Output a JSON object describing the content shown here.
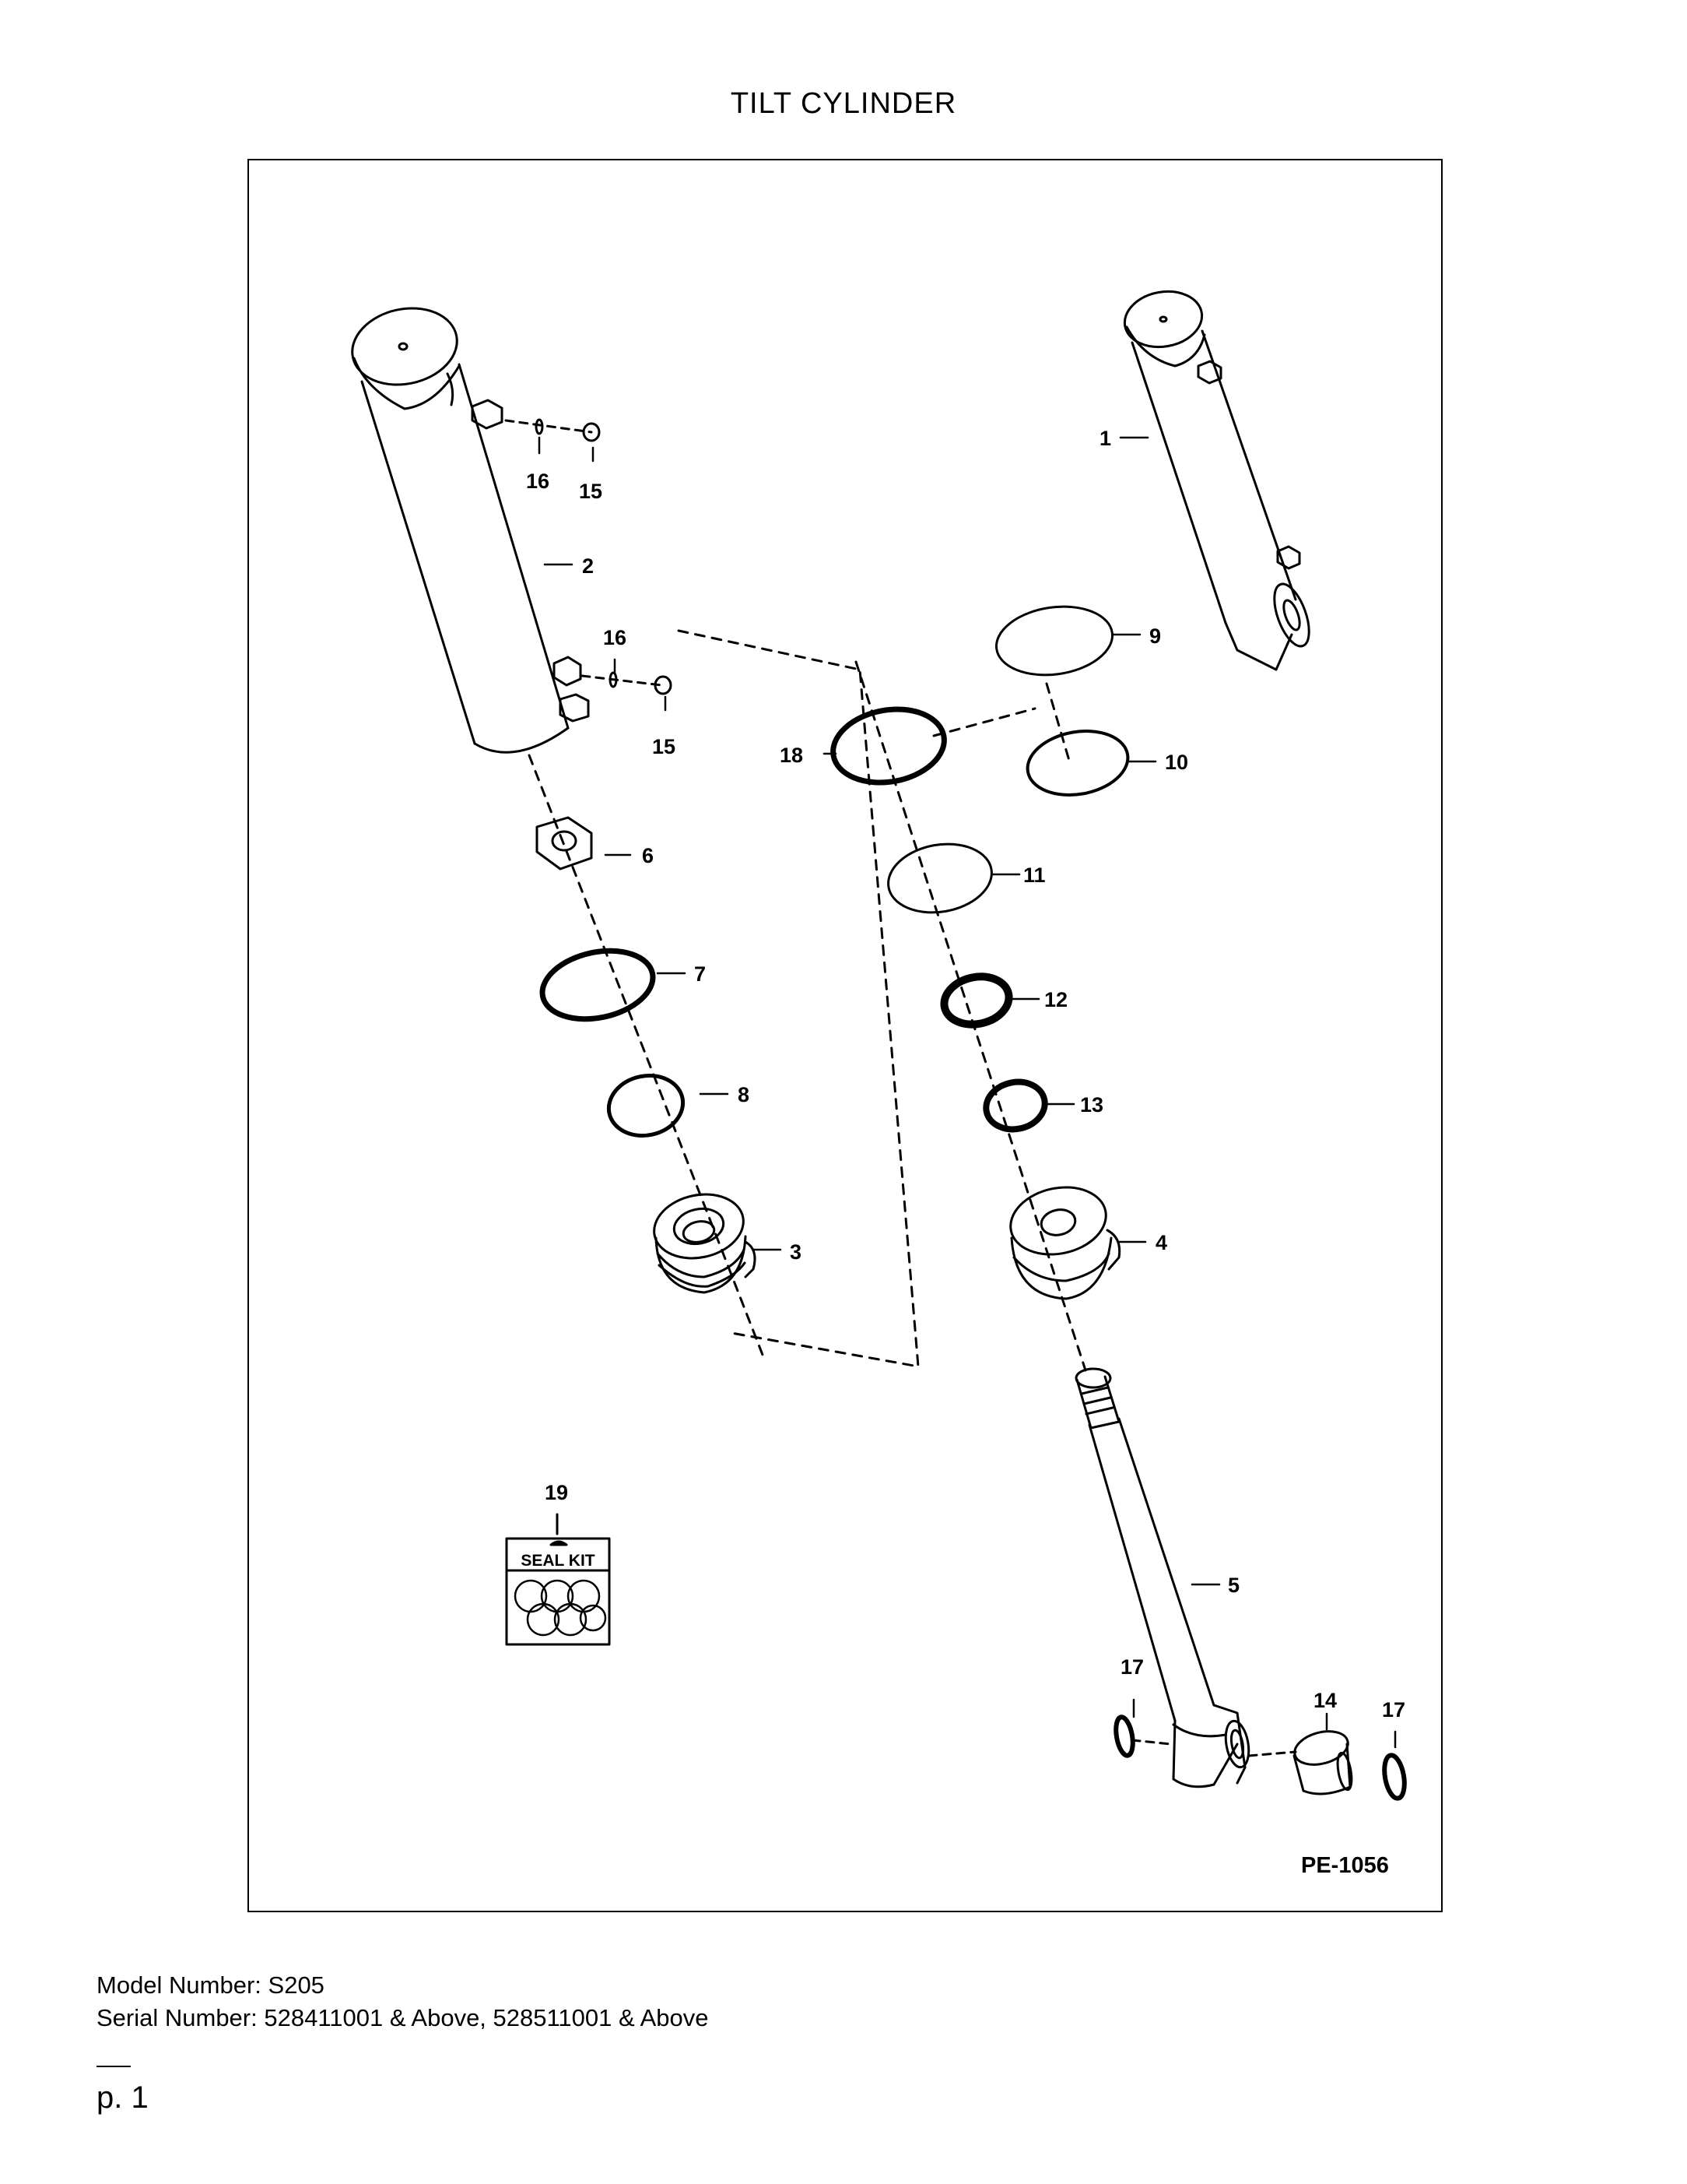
{
  "page": {
    "title": "TILT CYLINDER",
    "model_line": "Model Number: S205",
    "serial_line": "Serial Number: 528411001 & Above, 528511001 & Above",
    "page_number": "p. 1"
  },
  "diagram": {
    "drawing_id": "PE-1056",
    "seal_kit_label": "SEAL KIT",
    "callouts": {
      "c1": "1",
      "c2": "2",
      "c3": "3",
      "c4": "4",
      "c5": "5",
      "c6": "6",
      "c7": "7",
      "c8": "8",
      "c9": "9",
      "c10": "10",
      "c11": "11",
      "c12": "12",
      "c13": "13",
      "c14": "14",
      "c15a": "15",
      "c15b": "15",
      "c16a": "16",
      "c16b": "16",
      "c17a": "17",
      "c17b": "17",
      "c18": "18",
      "c19": "19"
    }
  }
}
